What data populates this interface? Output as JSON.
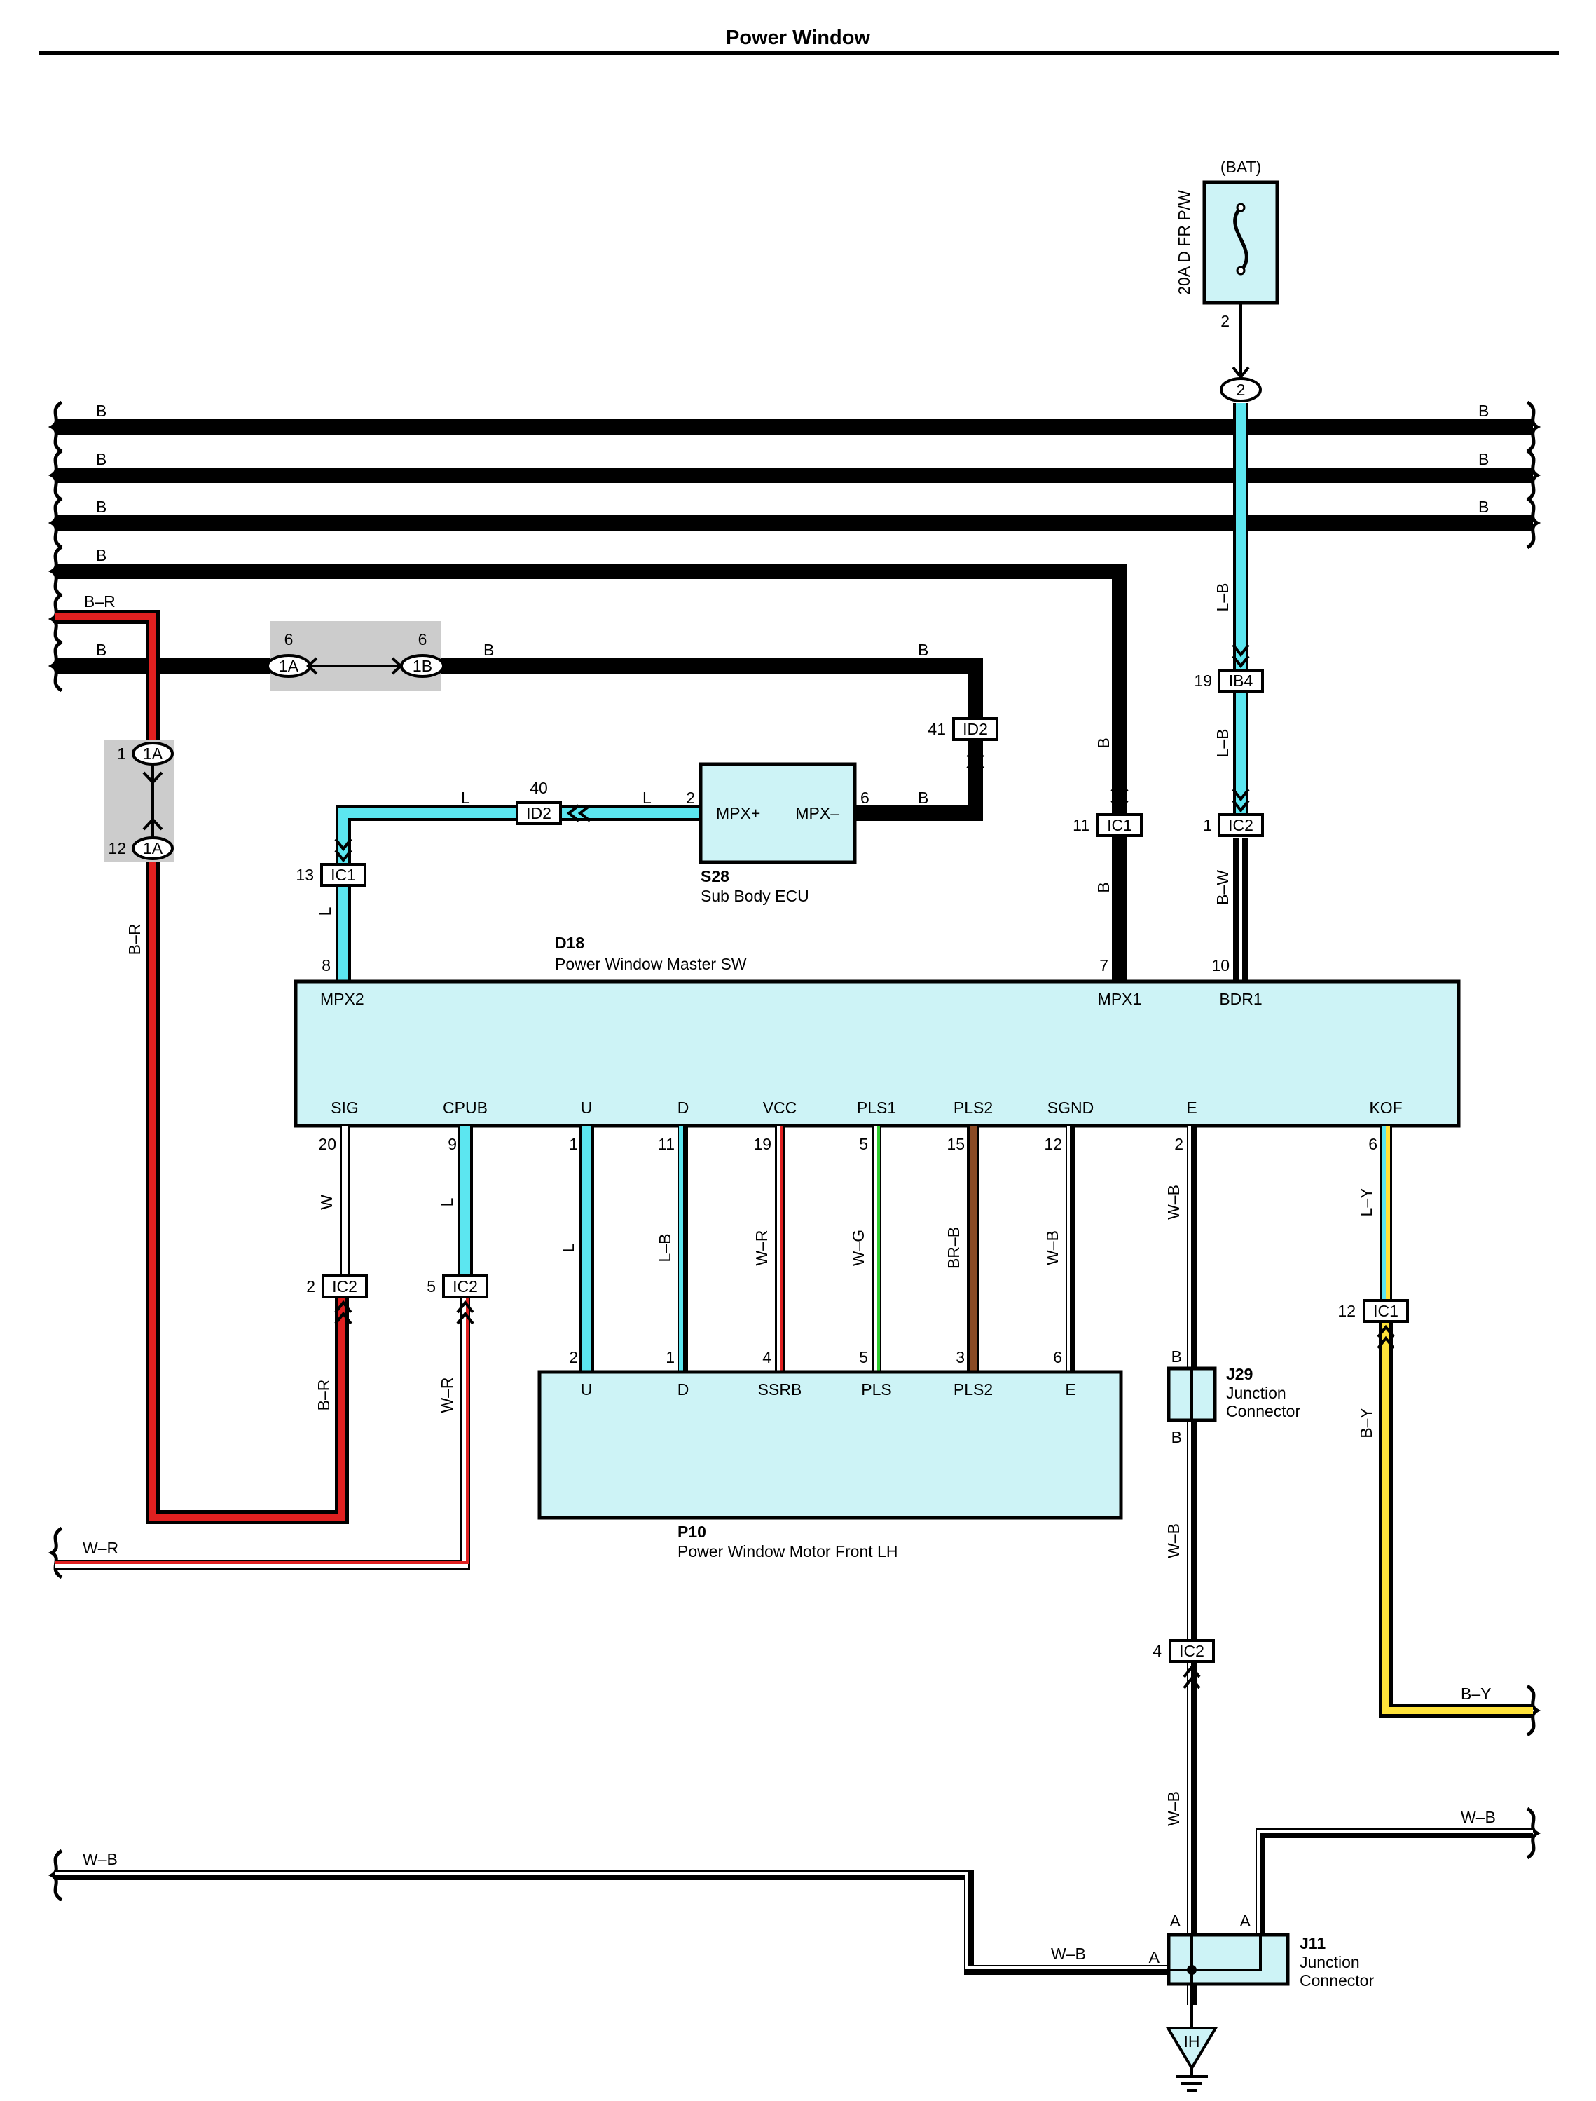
{
  "title": "Power Window",
  "colors": {
    "B": "#000000",
    "L": "#5ce6f0",
    "R": "#e02020",
    "G": "#2ecc2e",
    "Y": "#ffe23a",
    "BR": "#8a4a24",
    "W": "#ffffff",
    "component_fill": "#cdf3f6",
    "joint_bg": "#cccccc"
  },
  "power": {
    "source": "(BAT)",
    "fuse_label": "20A D FR P/W",
    "fuse_pin": "2",
    "junction": "2"
  },
  "components": {
    "D18": {
      "code": "D18",
      "name": "Power Window Master SW",
      "top_pins": [
        {
          "name": "MPX2",
          "pin": "8"
        },
        {
          "name": "MPX1",
          "pin": "7"
        },
        {
          "name": "BDR1",
          "pin": "10"
        }
      ],
      "bottom_pins": [
        {
          "name": "SIG",
          "pin": "20",
          "wire": "W"
        },
        {
          "name": "CPUB",
          "pin": "9",
          "wire": "L"
        },
        {
          "name": "U",
          "pin": "1",
          "wire": "L"
        },
        {
          "name": "D",
          "pin": "11",
          "wire": "L–B"
        },
        {
          "name": "VCC",
          "pin": "19",
          "wire": "W–R"
        },
        {
          "name": "PLS1",
          "pin": "5",
          "wire": "W–G"
        },
        {
          "name": "PLS2",
          "pin": "15",
          "wire": "BR–B"
        },
        {
          "name": "SGND",
          "pin": "12",
          "wire": "W–B"
        },
        {
          "name": "E",
          "pin": "2",
          "wire": "W–B"
        },
        {
          "name": "KOF",
          "pin": "6",
          "wire": "L–Y"
        }
      ]
    },
    "S28": {
      "code": "S28",
      "name": "Sub Body ECU",
      "pin_left": "MPX+",
      "pin_right": "MPX–",
      "pin_left_no": "2",
      "pin_right_no": "6"
    },
    "P10": {
      "code": "P10",
      "name": "Power Window Motor Front LH",
      "pins": [
        {
          "name": "U",
          "pin": "2"
        },
        {
          "name": "D",
          "pin": "1"
        },
        {
          "name": "SSRB",
          "pin": "4"
        },
        {
          "name": "PLS",
          "pin": "5"
        },
        {
          "name": "PLS2",
          "pin": "3"
        },
        {
          "name": "E",
          "pin": "6"
        }
      ]
    },
    "J29": {
      "code": "J29",
      "name_line1": "Junction",
      "name_line2": "Connector",
      "pin_top": "B",
      "pin_bottom": "B"
    },
    "J11": {
      "code": "J11",
      "name_line1": "Junction",
      "name_line2": "Connector",
      "pin_a": "A"
    },
    "ground": {
      "label": "IH"
    }
  },
  "connectors": {
    "IB4": {
      "code": "IB4",
      "pin": "19"
    },
    "IC2_top": {
      "code": "IC2",
      "pin": "1"
    },
    "IC1_mpx1": {
      "code": "IC1",
      "pin": "11"
    },
    "ID2_41": {
      "code": "ID2",
      "pin": "41"
    },
    "ID2_40": {
      "code": "ID2",
      "pin": "40"
    },
    "IC1_13": {
      "code": "IC1",
      "pin": "13"
    },
    "IC2_sig": {
      "code": "IC2",
      "pin": "2"
    },
    "IC2_cpub": {
      "code": "IC2",
      "pin": "5"
    },
    "IC1_kof": {
      "code": "IC1",
      "pin": "12"
    },
    "IC2_gnd": {
      "code": "IC2",
      "pin": "4"
    },
    "J1A_top": {
      "code": "1A",
      "pin": "1"
    },
    "J1A_bot": {
      "code": "1A",
      "pin": "12"
    },
    "J1A_h": {
      "code": "1A",
      "pin": "6"
    },
    "J1B_h": {
      "code": "1B",
      "pin": "6"
    }
  },
  "wires": {
    "B": "B",
    "BR": "B–R",
    "LB": "L–B",
    "BW": "B–W",
    "L": "L",
    "WR": "W–R",
    "BY": "B–Y",
    "WB": "W–B"
  }
}
